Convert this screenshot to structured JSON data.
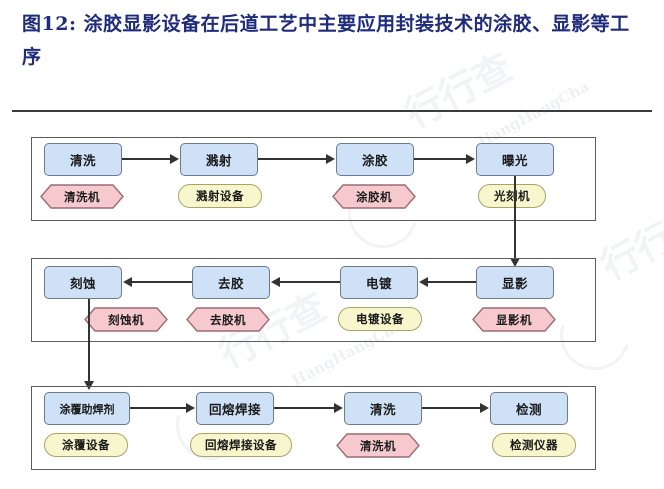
{
  "figure": {
    "title": "图12: 涂胶显影设备在后道工艺中主要应用封装技术的涂胶、显影等工序"
  },
  "colors": {
    "title_text": "#1f2b7b",
    "process_fill": "#cfe1f7",
    "process_border": "#6b7a90",
    "equipment_pink_fill": "#f6c9cf",
    "equipment_pink_border": "#9c6b72",
    "equipment_yellow_fill": "#f8f6cd",
    "equipment_yellow_border": "#a9a466",
    "connector": "#333333",
    "group_border": "#5c5c5c"
  },
  "watermarks": [
    {
      "text": "行行查"
    },
    {
      "text": "HangHangCha"
    }
  ],
  "diagram": {
    "type": "process-flow",
    "rows": [
      {
        "id": "row-1",
        "direction": "left-to-right",
        "steps": [
          {
            "process": "清洗",
            "equipment": "清洗机",
            "equipment_style": "pink"
          },
          {
            "process": "溅射",
            "equipment": "溅射设备",
            "equipment_style": "yellow"
          },
          {
            "process": "涂胶",
            "equipment": "涂胶机",
            "equipment_style": "pink"
          },
          {
            "process": "曝光",
            "equipment": "光刻机",
            "equipment_style": "yellow"
          }
        ]
      },
      {
        "id": "row-2",
        "direction": "right-to-left",
        "steps": [
          {
            "process": "刻蚀",
            "equipment": "刻蚀机",
            "equipment_style": "pink"
          },
          {
            "process": "去胶",
            "equipment": "去胶机",
            "equipment_style": "pink"
          },
          {
            "process": "电镀",
            "equipment": "电镀设备",
            "equipment_style": "yellow"
          },
          {
            "process": "显影",
            "equipment": "显影机",
            "equipment_style": "pink"
          }
        ]
      },
      {
        "id": "row-3",
        "direction": "left-to-right",
        "steps": [
          {
            "process": "涂覆助焊剂",
            "equipment": "涂覆设备",
            "equipment_style": "yellow"
          },
          {
            "process": "回熔焊接",
            "equipment": "回熔焊接设备",
            "equipment_style": "yellow"
          },
          {
            "process": "清洗",
            "equipment": "清洗机",
            "equipment_style": "pink"
          },
          {
            "process": "检测",
            "equipment": "检测仪器",
            "equipment_style": "yellow"
          }
        ]
      }
    ],
    "row_links": [
      {
        "from": "曝光",
        "to": "显影"
      },
      {
        "from": "刻蚀",
        "to": "涂覆助焊剂"
      }
    ]
  }
}
